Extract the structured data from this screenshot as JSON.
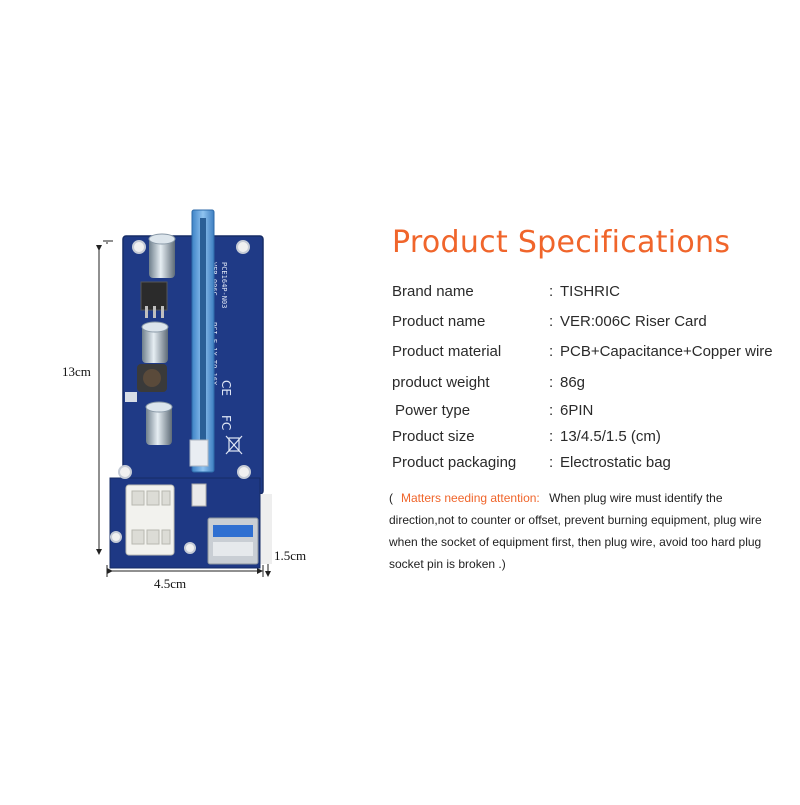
{
  "dimensions": {
    "height_label": "13cm",
    "width_label": "4.5cm",
    "thickness_label": "1.5cm"
  },
  "board": {
    "model_text": "PCE164P-N03",
    "version_text": "VER 006C",
    "line_text": "PCI-E 1X TO 16X",
    "color": "#1f3a86",
    "slot_color": "#5fa3e3"
  },
  "specs": {
    "title": "Product Specifications",
    "separator": ":",
    "rows": [
      {
        "label": "Brand name",
        "value": "TISHRIC"
      },
      {
        "label": "Product name",
        "value": "VER:006C Riser Card"
      },
      {
        "label": "Product material",
        "value": "PCB+Capacitance+Copper wire"
      },
      {
        "label": "product weight",
        "value": "86g"
      },
      {
        "label": "Power type",
        "value": "6PIN"
      },
      {
        "label": "Product size",
        "value": "13/4.5/1.5  (cm)"
      },
      {
        "label": "Product packaging",
        "value": "Electrostatic  bag"
      }
    ]
  },
  "notice": {
    "open_paren": "(",
    "label": "Matters needing attention:",
    "text": "When plug wire must identify the direction,not to counter or offset, prevent burning equipment, plug wire when the socket of equipment first, then plug wire, avoid too hard plug socket pin is broken .)"
  },
  "colors": {
    "title": "#f0652b",
    "attention": "#f0652b"
  }
}
